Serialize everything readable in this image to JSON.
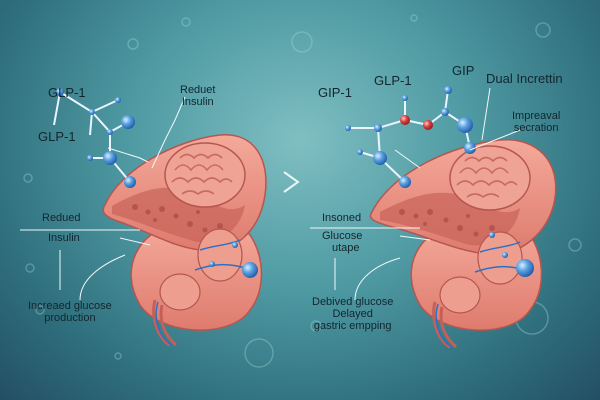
{
  "left": {
    "molecule_label_top": "GLP-1",
    "molecule_label_side": "GLP-1",
    "reduced_insulin": [
      "Reduet",
      "Insulin"
    ],
    "reduced_insulin_mid": [
      "Redued",
      "Insulin"
    ],
    "increased_glucose": [
      "Increaed glucose",
      "production"
    ]
  },
  "center": {
    "arrow": "›"
  },
  "right": {
    "molecule_label_glp": "GLP-1",
    "molecule_label_gip_top": "GIP",
    "molecule_label_gip_side": "GIP-1",
    "dual_incretin": "Dual Increttin",
    "improved_secretion": [
      "Impreaval",
      "secration"
    ],
    "insulin_glucose": [
      "Insoned",
      "Glucose",
      "utape"
    ],
    "delayed": [
      "Debived glucose",
      "Delayed",
      "gastric empping"
    ]
  },
  "colors": {
    "background": "#4f9aa3",
    "organ": "#e9897c",
    "organ_dark": "#c65f58",
    "brain": "#e59a8c",
    "vessel": "#2f6fc2",
    "atom": "#5aa0e0",
    "atom_red": "#d83b3b"
  }
}
